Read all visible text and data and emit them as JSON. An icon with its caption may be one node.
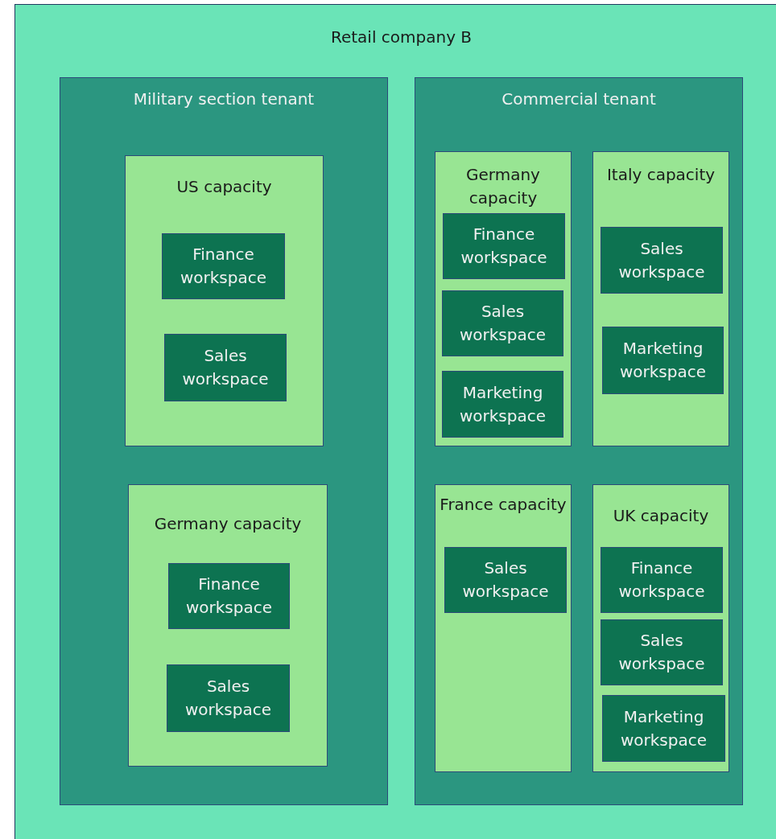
{
  "diagram": {
    "nodes": [
      {
        "text": [
          "Retail company B"
        ]
      },
      {
        "text": [
          "Military section tenant"
        ],
        "in": 0
      },
      {
        "text": [
          "US capacity"
        ],
        "in": 1
      },
      {
        "text": [
          "Finance workspace"
        ],
        "in": 2
      },
      {
        "text": [
          "Sales workspace"
        ],
        "in": 2
      },
      {
        "text": [
          "Germany capacity"
        ],
        "in": 1
      },
      {
        "text": [
          "Finance workspace"
        ],
        "in": 5
      },
      {
        "text": [
          "Sales workspace"
        ],
        "in": 5
      },
      {
        "text": [
          "Commercial tenant"
        ],
        "in": 0
      },
      {
        "text": [
          "Germany capacity"
        ],
        "in": 8
      },
      {
        "text": [
          "Finance workspace"
        ],
        "in": 9
      },
      {
        "text": [
          "Sales workspace"
        ],
        "in": 9
      },
      {
        "text": [
          "Marketing workspace"
        ],
        "in": 9
      },
      {
        "text": [
          "Italy capacity"
        ],
        "in": 8
      },
      {
        "text": [
          "Sales workspace"
        ],
        "in": 13
      },
      {
        "text": [
          "Marketing workspace"
        ],
        "in": 13
      },
      {
        "text": [
          "France capacity"
        ],
        "in": 8
      },
      {
        "text": [
          "Sales workspace"
        ],
        "in": 16
      },
      {
        "text": [
          "UK capacity"
        ],
        "in": 8
      },
      {
        "text": [
          "Finance workspace"
        ],
        "in": 18
      },
      {
        "text": [
          "Sales workspace"
        ],
        "in": 18
      },
      {
        "text": [
          "Marketing workspace"
        ],
        "in": 18
      }
    ]
  }
}
